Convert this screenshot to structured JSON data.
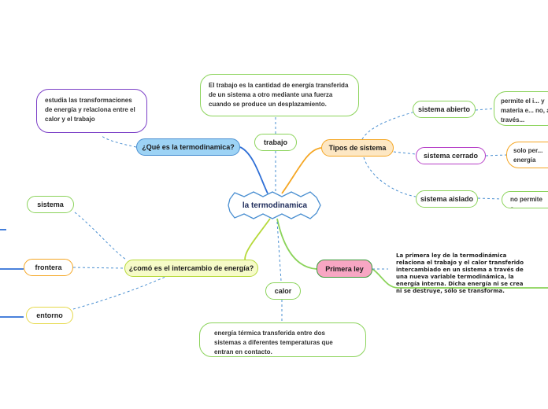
{
  "central_topic": "la termodinamica",
  "branches": {
    "que_es": {
      "label": "¿Qué es la termodinamica?",
      "note": "estudia las transformaciones de energía y relaciona entre el calor y el trabajo"
    },
    "trabajo": {
      "label": "trabajo",
      "note": "El trabajo es la cantidad de energía transferida de un sistema a otro mediante una fuerza cuando se produce un desplazamiento."
    },
    "tipos": {
      "label": "Tipos de sistema",
      "items": [
        {
          "label": "sistema abierto",
          "note": "permite el i... y materia e... no, a través..."
        },
        {
          "label": "sistema cerrado",
          "note": "solo per... energía"
        },
        {
          "label": "sistema aislado",
          "note": "no permite c..."
        }
      ]
    },
    "intercambio": {
      "label": "¿comó es el intercambio de energía?",
      "items": [
        "sistema",
        "frontera",
        "entorno"
      ]
    },
    "primera_ley": {
      "label": "Primera ley",
      "note": "La primera ley de la termodinámica relaciona el trabajo y el calor transferido intercambiado en un sistema a través de una nueva variable termodinámica, la energía interna. Dicha energía ni se crea ni se destruye, sólo se transforma."
    },
    "calor": {
      "label": "calor",
      "note": "energía térmica transferida entre dos sistemas a diferentes temperaturas que entran en contacto."
    }
  },
  "colors": {
    "que_es_branch": "#2f6fd6",
    "tipos_branch": "#f5a623",
    "intercambio_branch": "#b6d93a",
    "primera_ley_branch": "#8bd35a",
    "dotted_links": "#4a8fd1",
    "note_border_purple": "#7b3fc7",
    "note_border_green": "#8bd35a"
  }
}
